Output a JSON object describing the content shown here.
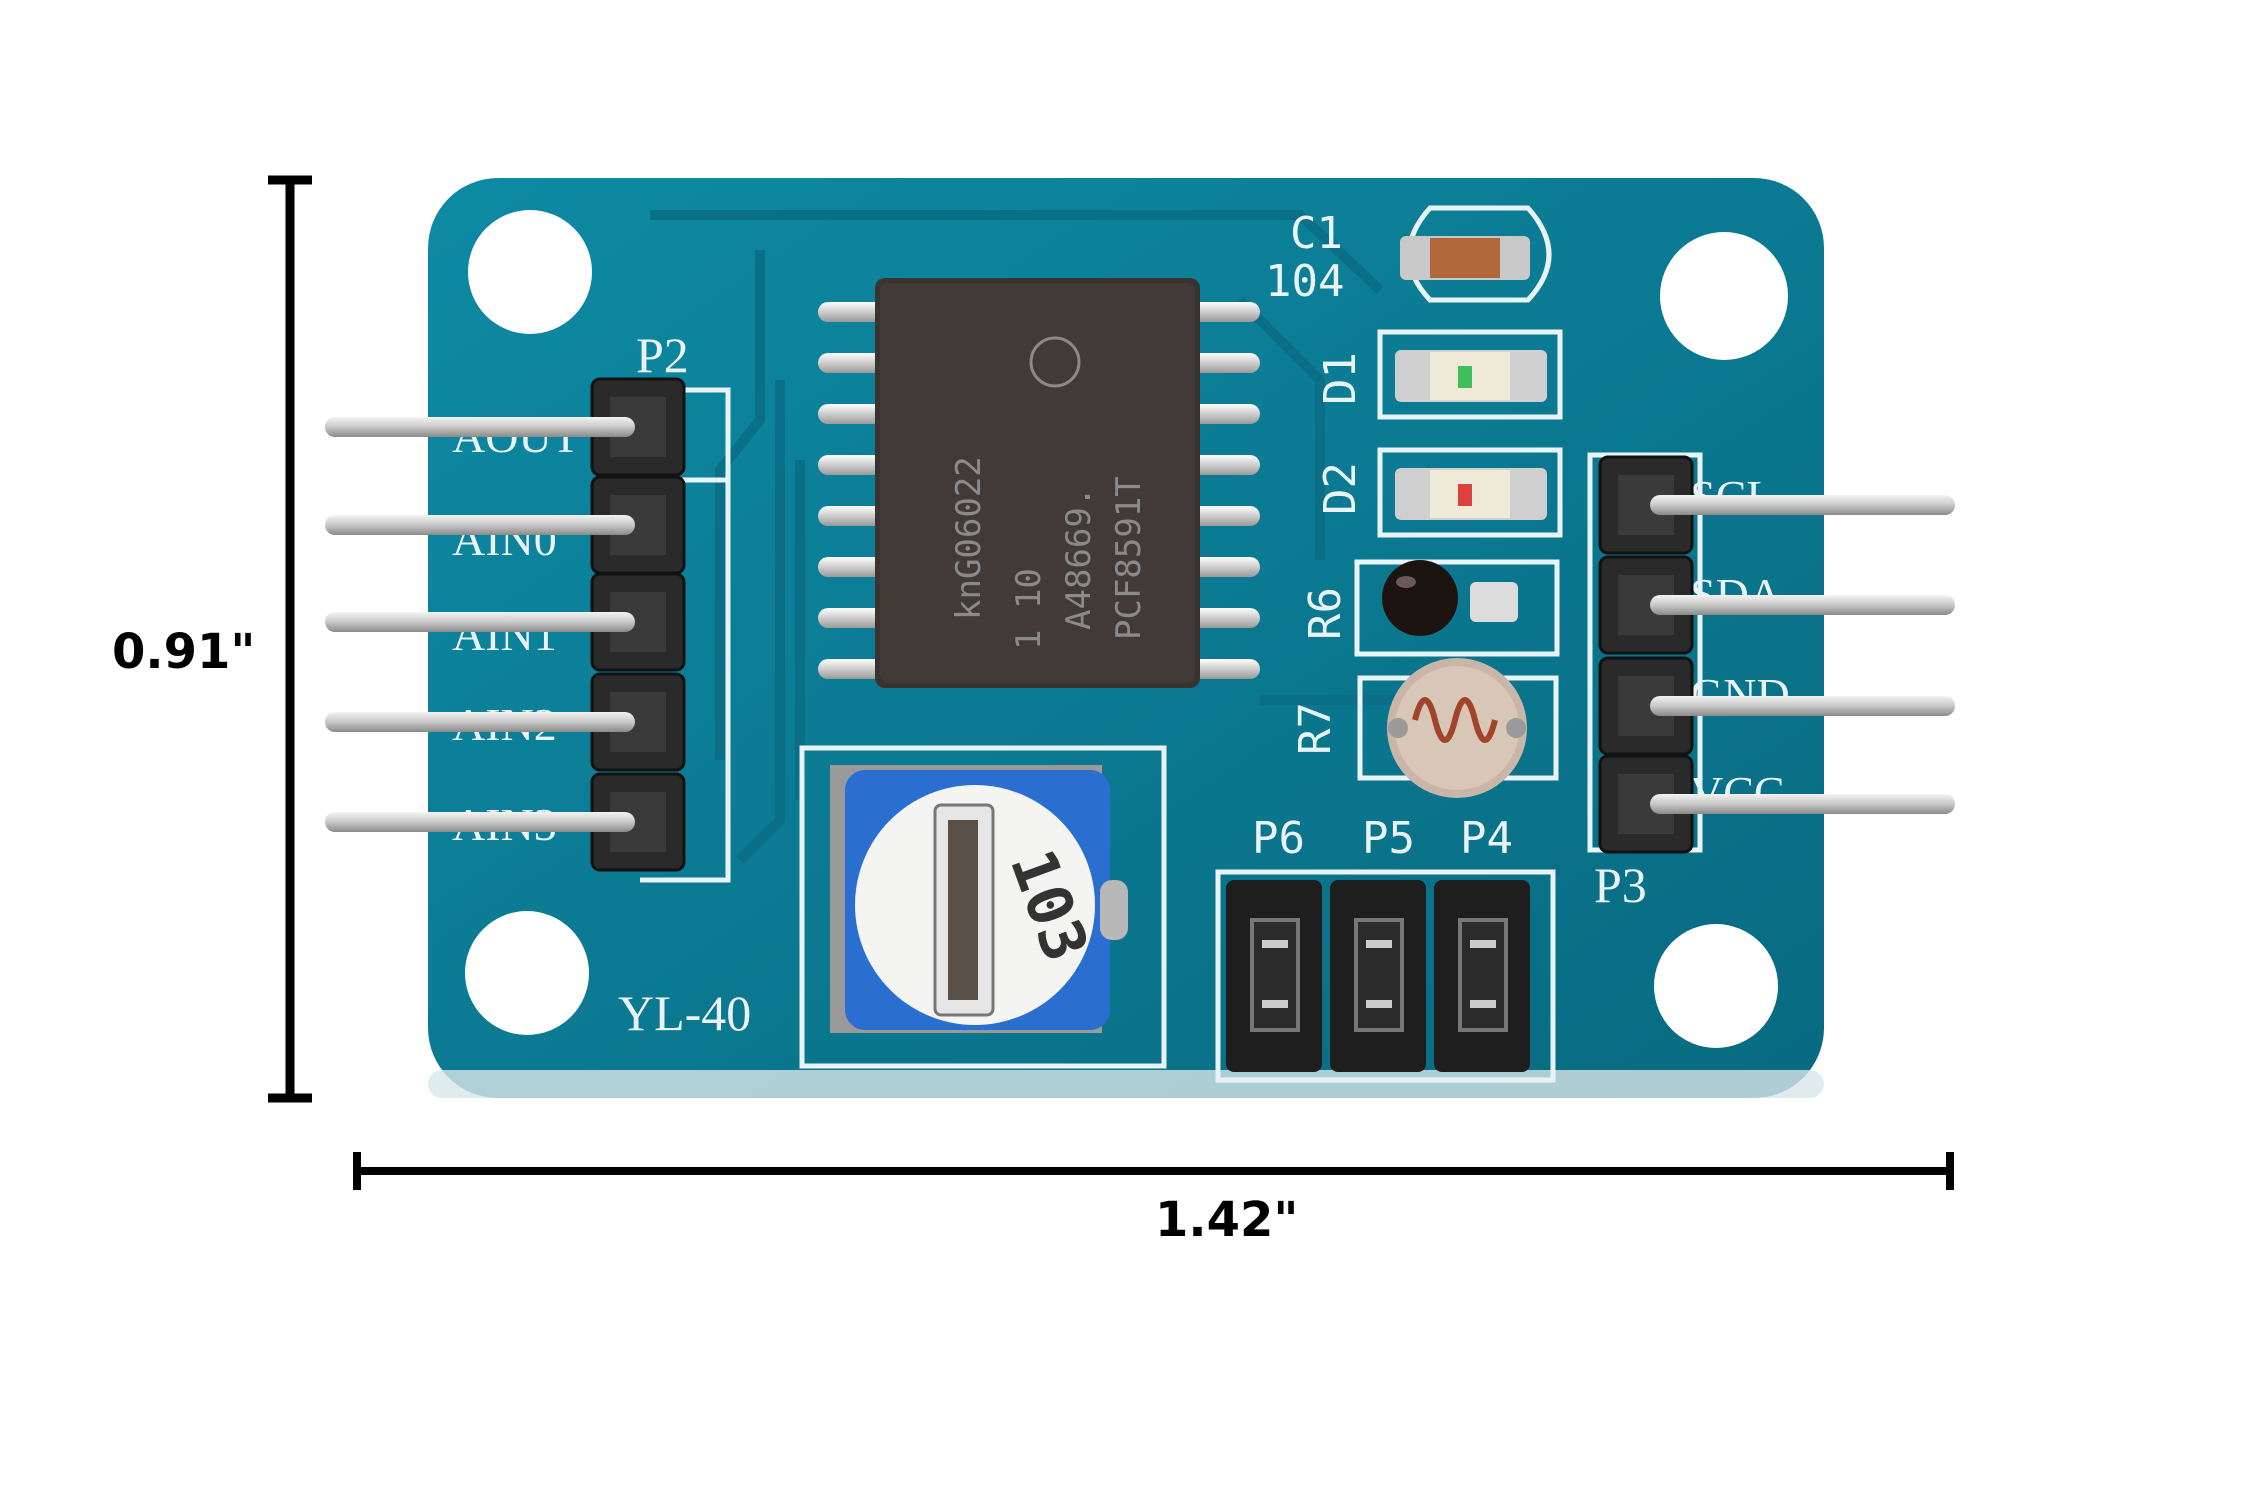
{
  "dimensions": {
    "height_label": "0.91\"",
    "width_label": "1.42\""
  },
  "board": {
    "model_label": "YL-40",
    "chip_lines": [
      "PCF8591T",
      "A48669.",
      "1      10",
      "knG06022"
    ],
    "pot_code": "103",
    "left_header": {
      "label": "P2",
      "pins": [
        "AOUT",
        "AIN0",
        "AIN1",
        "AIN2",
        "AIN3"
      ]
    },
    "right_header": {
      "label": "P3",
      "pins": [
        "SCL",
        "SDA",
        "GND",
        "VCC"
      ]
    },
    "jumpers": [
      "P6",
      "P5",
      "P4"
    ],
    "components": {
      "cap_label": "C1",
      "cap_value": "104",
      "led1": "D1",
      "led2": "D2",
      "thermistor": "R6",
      "photoresistor": "R7"
    }
  },
  "colors": {
    "pcb": "#0c7f98",
    "pcb_dark": "#086378",
    "silkscreen": "#e9f3f6",
    "chip": "#3a3330",
    "pot_blue": "#2a6fd0"
  }
}
